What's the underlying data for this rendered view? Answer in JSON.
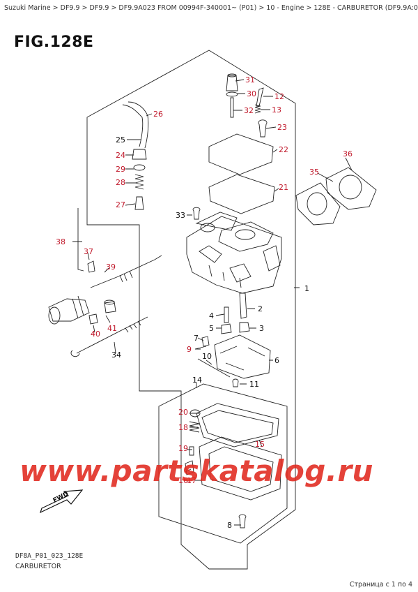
{
  "breadcrumb": "Suzuki Marine > DF9.9 > DF9.9 > DF9.9A023 FROM 00994F-340001~ (P01) > 10 - Engine > 128E - CARBURETOR (DF9.9A:023)",
  "figure_title": "FIG.128E",
  "footer": {
    "drawing_code": "DF8A_P01_023_128E",
    "drawing_name": "CARBURETOR",
    "pager": "Страница с 1 по 4"
  },
  "watermark": "www.partskatalog.ru",
  "fwd_label": "FWD",
  "colors": {
    "callout": "#c0182a",
    "line": "#222222",
    "watermark": "#e0281e"
  },
  "parts": [
    {
      "n": "1",
      "color": "black"
    },
    {
      "n": "2",
      "color": "black"
    },
    {
      "n": "3",
      "color": "black"
    },
    {
      "n": "4",
      "color": "black"
    },
    {
      "n": "5",
      "color": "black"
    },
    {
      "n": "6",
      "color": "black"
    },
    {
      "n": "7",
      "color": "black"
    },
    {
      "n": "8",
      "color": "black"
    },
    {
      "n": "9",
      "color": "red"
    },
    {
      "n": "10",
      "color": "black"
    },
    {
      "n": "11",
      "color": "black"
    },
    {
      "n": "12",
      "color": "red"
    },
    {
      "n": "13",
      "color": "red"
    },
    {
      "n": "14",
      "color": "black"
    },
    {
      "n": "15",
      "color": "red"
    },
    {
      "n": "16",
      "color": "red"
    },
    {
      "n": "17",
      "color": "red"
    },
    {
      "n": "18",
      "color": "red"
    },
    {
      "n": "19",
      "color": "red"
    },
    {
      "n": "20",
      "color": "red"
    },
    {
      "n": "21",
      "color": "red"
    },
    {
      "n": "22",
      "color": "red"
    },
    {
      "n": "23",
      "color": "red"
    },
    {
      "n": "24",
      "color": "red"
    },
    {
      "n": "25",
      "color": "black"
    },
    {
      "n": "26",
      "color": "red"
    },
    {
      "n": "27",
      "color": "red"
    },
    {
      "n": "28",
      "color": "red"
    },
    {
      "n": "29",
      "color": "red"
    },
    {
      "n": "30",
      "color": "red"
    },
    {
      "n": "31",
      "color": "red"
    },
    {
      "n": "32",
      "color": "red"
    },
    {
      "n": "33",
      "color": "black"
    },
    {
      "n": "34",
      "color": "black"
    },
    {
      "n": "35",
      "color": "red"
    },
    {
      "n": "36",
      "color": "red"
    },
    {
      "n": "37",
      "color": "red"
    },
    {
      "n": "38",
      "color": "red"
    },
    {
      "n": "39",
      "color": "red"
    },
    {
      "n": "40",
      "color": "red"
    },
    {
      "n": "41",
      "color": "red"
    }
  ]
}
